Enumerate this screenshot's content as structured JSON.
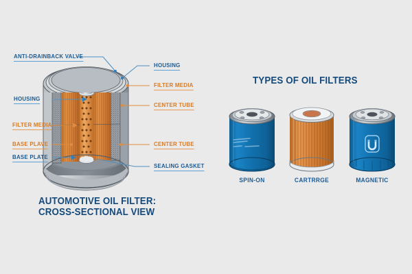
{
  "background_color": "#eaeaea",
  "palette": {
    "navy": "#154a7d",
    "blue": "#1a5b96",
    "blue_line": "#5b9fd4",
    "orange": "#d77b28",
    "orange_line": "#e69a52",
    "media_orange": "#e08b3d",
    "body_blue": "#1272b0",
    "metal_gray": "#9aa0a6",
    "dark_gray": "#4a4f55"
  },
  "cross_section": {
    "title_line_1": "AUTOMOTIVE OIL FILTER:",
    "title_line_2": "CROSS-SECTIONAL VIEW",
    "labels_left": [
      {
        "text": "ANTI-DRAINBACK VALVE",
        "color": "blue"
      },
      {
        "text": "HOUSING",
        "color": "blue"
      },
      {
        "text": "FILTER MEDIA",
        "color": "orange"
      },
      {
        "text": "BASE PLAVE",
        "color": "orange"
      },
      {
        "text": "BASE PLATE",
        "color": "blue"
      }
    ],
    "labels_right": [
      {
        "text": "HOUSING",
        "color": "blue"
      },
      {
        "text": "FILTER MEDIA",
        "color": "orange"
      },
      {
        "text": "CENTER TUBE",
        "color": "orange"
      },
      {
        "text": "CENTER TUBE",
        "color": "orange"
      },
      {
        "text": "SEALING GASKET",
        "color": "blue"
      }
    ]
  },
  "types": {
    "title": "TYPES OF OIL FILTERS",
    "items": [
      {
        "caption": "SPIN-ON",
        "icon": "spin-on-filter-icon"
      },
      {
        "caption": "CARTRRGE",
        "icon": "cartridge-filter-icon"
      },
      {
        "caption": "MAGNETIC",
        "icon": "magnetic-filter-icon"
      }
    ]
  }
}
